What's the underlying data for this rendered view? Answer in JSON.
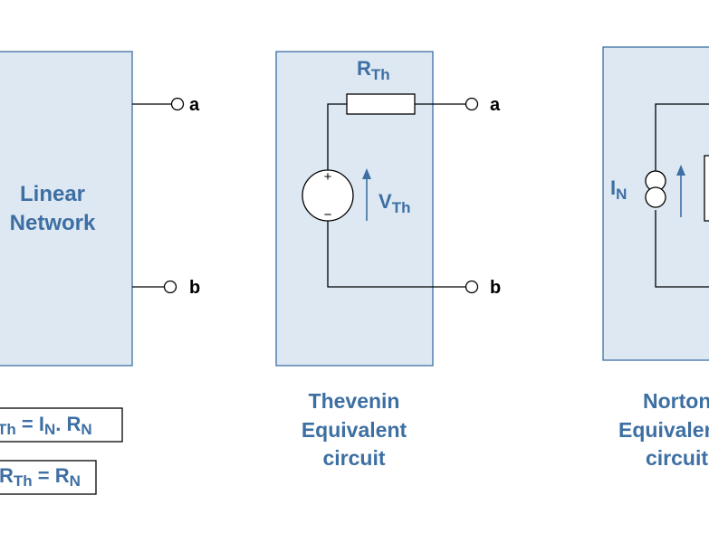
{
  "colors": {
    "box_fill": "#dde8f3",
    "box_stroke": "#3d6fa3",
    "text_blue": "#3d6fa3",
    "wire": "#000000"
  },
  "linear": {
    "label_line1": "Linear",
    "label_line2": "Network",
    "terminal_a": "a",
    "terminal_b": "b"
  },
  "thevenin": {
    "resistor_label": "R",
    "resistor_sub": "Th",
    "source_label": "V",
    "source_sub": "Th",
    "plus": "+",
    "minus": "−",
    "terminal_a": "a",
    "terminal_b": "b",
    "caption_line1": "Thevenin",
    "caption_line2": "Equivalent",
    "caption_line3": "circuit"
  },
  "norton": {
    "source_label": "I",
    "source_sub": "N",
    "caption_line1": "Norton",
    "caption_line2": "Equivalent",
    "caption_line3": "circuit"
  },
  "equations": {
    "eq1": {
      "lhs_sub": "Th",
      "eq": " = I",
      "isub": "N",
      "dot": ". R",
      "rsub": "N"
    },
    "eq2": {
      "r": "R",
      "rsub": "Th",
      "eq": " = R",
      "nsub": "N"
    }
  }
}
